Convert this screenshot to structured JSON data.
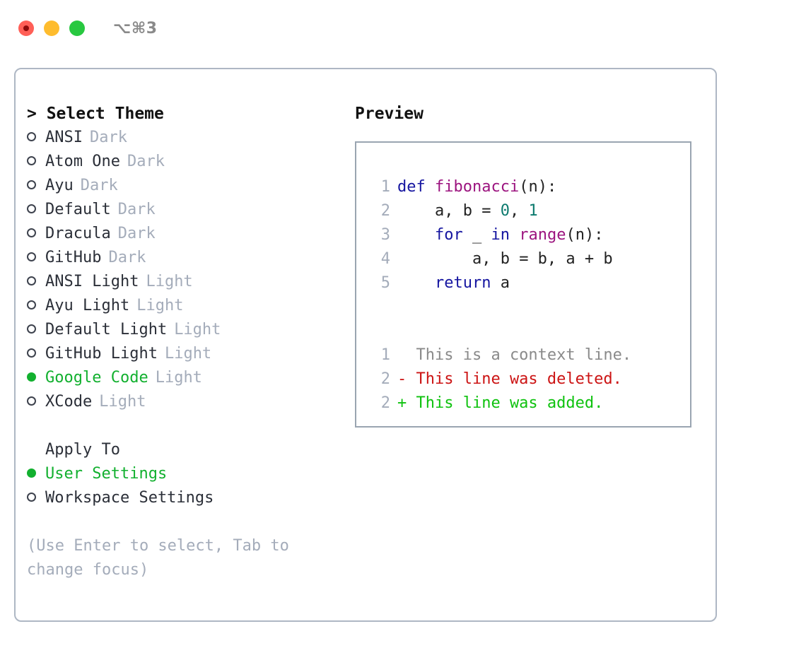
{
  "titlebar": {
    "shortcut": "⌥⌘3",
    "buttons": [
      {
        "name": "close",
        "color": "#ff5f57"
      },
      {
        "name": "minimize",
        "color": "#febc2e"
      },
      {
        "name": "maximize",
        "color": "#28c840"
      }
    ]
  },
  "theme_picker": {
    "heading": "> Select Theme",
    "themes": [
      {
        "selected": false,
        "name": "ANSI",
        "tag": "Dark"
      },
      {
        "selected": false,
        "name": "Atom One",
        "tag": "Dark"
      },
      {
        "selected": false,
        "name": "Ayu",
        "tag": "Dark"
      },
      {
        "selected": false,
        "name": "Default",
        "tag": "Dark"
      },
      {
        "selected": false,
        "name": "Dracula",
        "tag": "Dark"
      },
      {
        "selected": false,
        "name": "GitHub",
        "tag": "Dark"
      },
      {
        "selected": false,
        "name": "ANSI Light",
        "tag": "Light"
      },
      {
        "selected": false,
        "name": "Ayu Light",
        "tag": "Light"
      },
      {
        "selected": false,
        "name": "Default Light",
        "tag": "Light"
      },
      {
        "selected": false,
        "name": "GitHub Light",
        "tag": "Light"
      },
      {
        "selected": true,
        "name": "Google Code",
        "tag": "Light"
      },
      {
        "selected": false,
        "name": "XCode",
        "tag": "Light"
      }
    ],
    "apply_to_label": "Apply To",
    "apply_to_options": [
      {
        "selected": true,
        "name": "User Settings"
      },
      {
        "selected": false,
        "name": "Workspace Settings"
      }
    ],
    "hint": "(Use Enter to select, Tab to change focus)"
  },
  "preview": {
    "title": "Preview",
    "code_lines": [
      {
        "no": "1",
        "text": "def fibonacci(n):"
      },
      {
        "no": "2",
        "text": "    a, b = 0, 1"
      },
      {
        "no": "3",
        "text": "    for _ in range(n):"
      },
      {
        "no": "4",
        "text": "        a, b = b, a + b"
      },
      {
        "no": "5",
        "text": "    return a"
      }
    ],
    "diff_lines": [
      {
        "no": "1",
        "marker": " ",
        "text": "  This is a context line.",
        "kind": "context"
      },
      {
        "no": "2",
        "marker": "-",
        "text": "- This line was deleted.",
        "kind": "deleted"
      },
      {
        "no": "2",
        "marker": "+",
        "text": "+ This line was added.",
        "kind": "added"
      }
    ]
  },
  "colors": {
    "accent_green": "#12b02f",
    "muted": "#a4acba",
    "keyword": "#1515a0",
    "function": "#9c147f",
    "number": "#0c7a6e",
    "diff_added": "#0ec20e",
    "diff_deleted": "#cc1414",
    "diff_context": "#8a8a8a",
    "border": "#aeb7c4"
  }
}
